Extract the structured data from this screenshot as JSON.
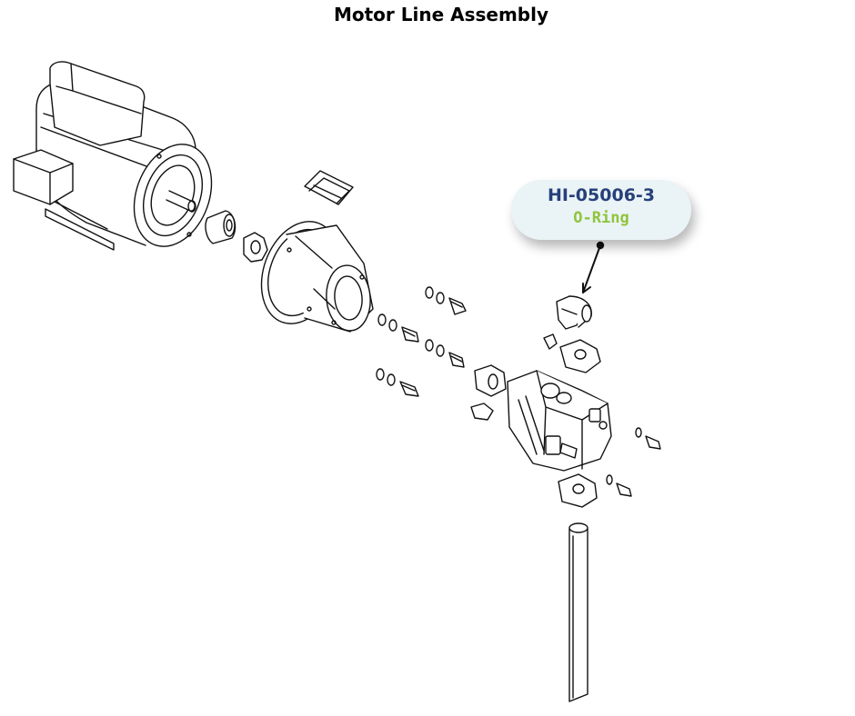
{
  "title": "Motor Line Assembly",
  "callout": {
    "part_number": "HI-05006-3",
    "description": "O-Ring",
    "colors": {
      "part_number": "#26407a",
      "description": "#8fc43c",
      "background": "#eaf3f5"
    }
  },
  "parts": [
    "electric-motor",
    "motor-flange",
    "coupling-half",
    "coupling-spider",
    "coupling-guard",
    "bell-housing",
    "mounting-bolts",
    "pump-coupling",
    "hydraulic-pump",
    "elbow-fitting",
    "flange-fitting",
    "suction-pipe"
  ]
}
